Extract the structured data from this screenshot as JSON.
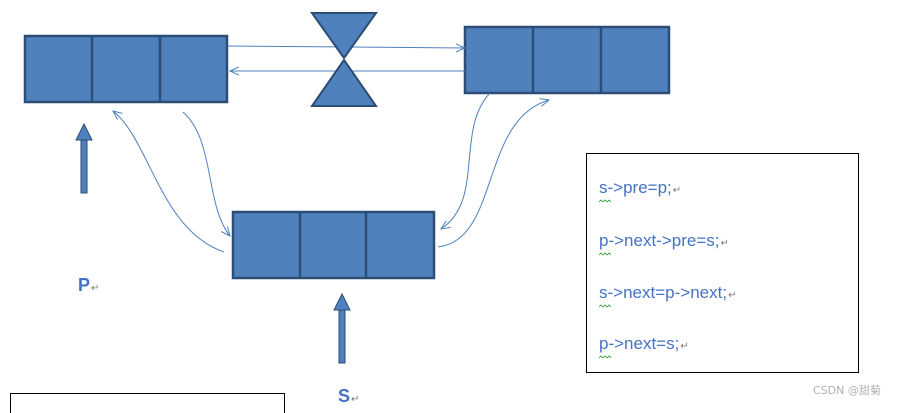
{
  "code_lines": [
    {
      "text": "s->pre=p;",
      "mark": "↵"
    },
    {
      "text": "p->next->pre=s;",
      "mark": "↵"
    },
    {
      "text": "s->next=p->next;",
      "mark": "↵"
    },
    {
      "text": "p->next=s;",
      "mark": "↵"
    }
  ],
  "labels": {
    "p": "P",
    "s": "S",
    "mark": "↵"
  },
  "watermark": "CSDN @甜菊",
  "colors": {
    "node_fill": "#4f81bd",
    "node_stroke": "#2c4d75",
    "arrow": "#4f81bd",
    "text": "#4472c4"
  }
}
